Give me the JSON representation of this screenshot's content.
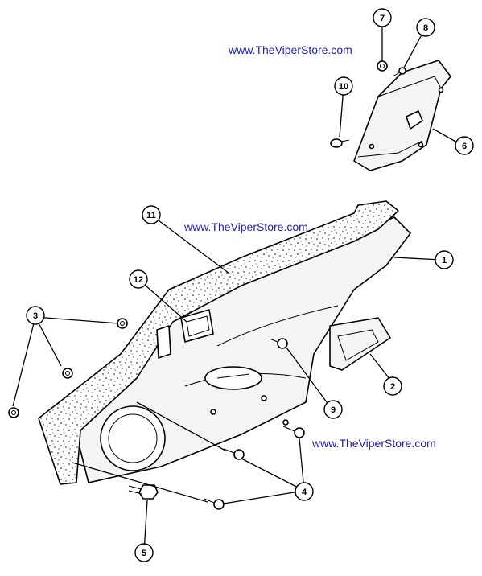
{
  "watermarks": [
    {
      "id": "wm-top",
      "text": "www.TheViperStore.com"
    },
    {
      "id": "wm-middle",
      "text": "www.TheViperStore.com"
    },
    {
      "id": "wm-bottom",
      "text": "www.TheViperStore.com"
    }
  ],
  "callouts": [
    {
      "id": "c1",
      "label": "1"
    },
    {
      "id": "c2",
      "label": "2"
    },
    {
      "id": "c3",
      "label": "3"
    },
    {
      "id": "c4",
      "label": "4"
    },
    {
      "id": "c5",
      "label": "5"
    },
    {
      "id": "c6",
      "label": "6"
    },
    {
      "id": "c7",
      "label": "7"
    },
    {
      "id": "c8",
      "label": "8"
    },
    {
      "id": "c9",
      "label": "9"
    },
    {
      "id": "c10",
      "label": "10"
    },
    {
      "id": "c11",
      "label": "11"
    },
    {
      "id": "c12",
      "label": "12"
    }
  ],
  "colors": {
    "watermark": "#1f1fa0",
    "line": "#000000",
    "background": "#ffffff"
  }
}
